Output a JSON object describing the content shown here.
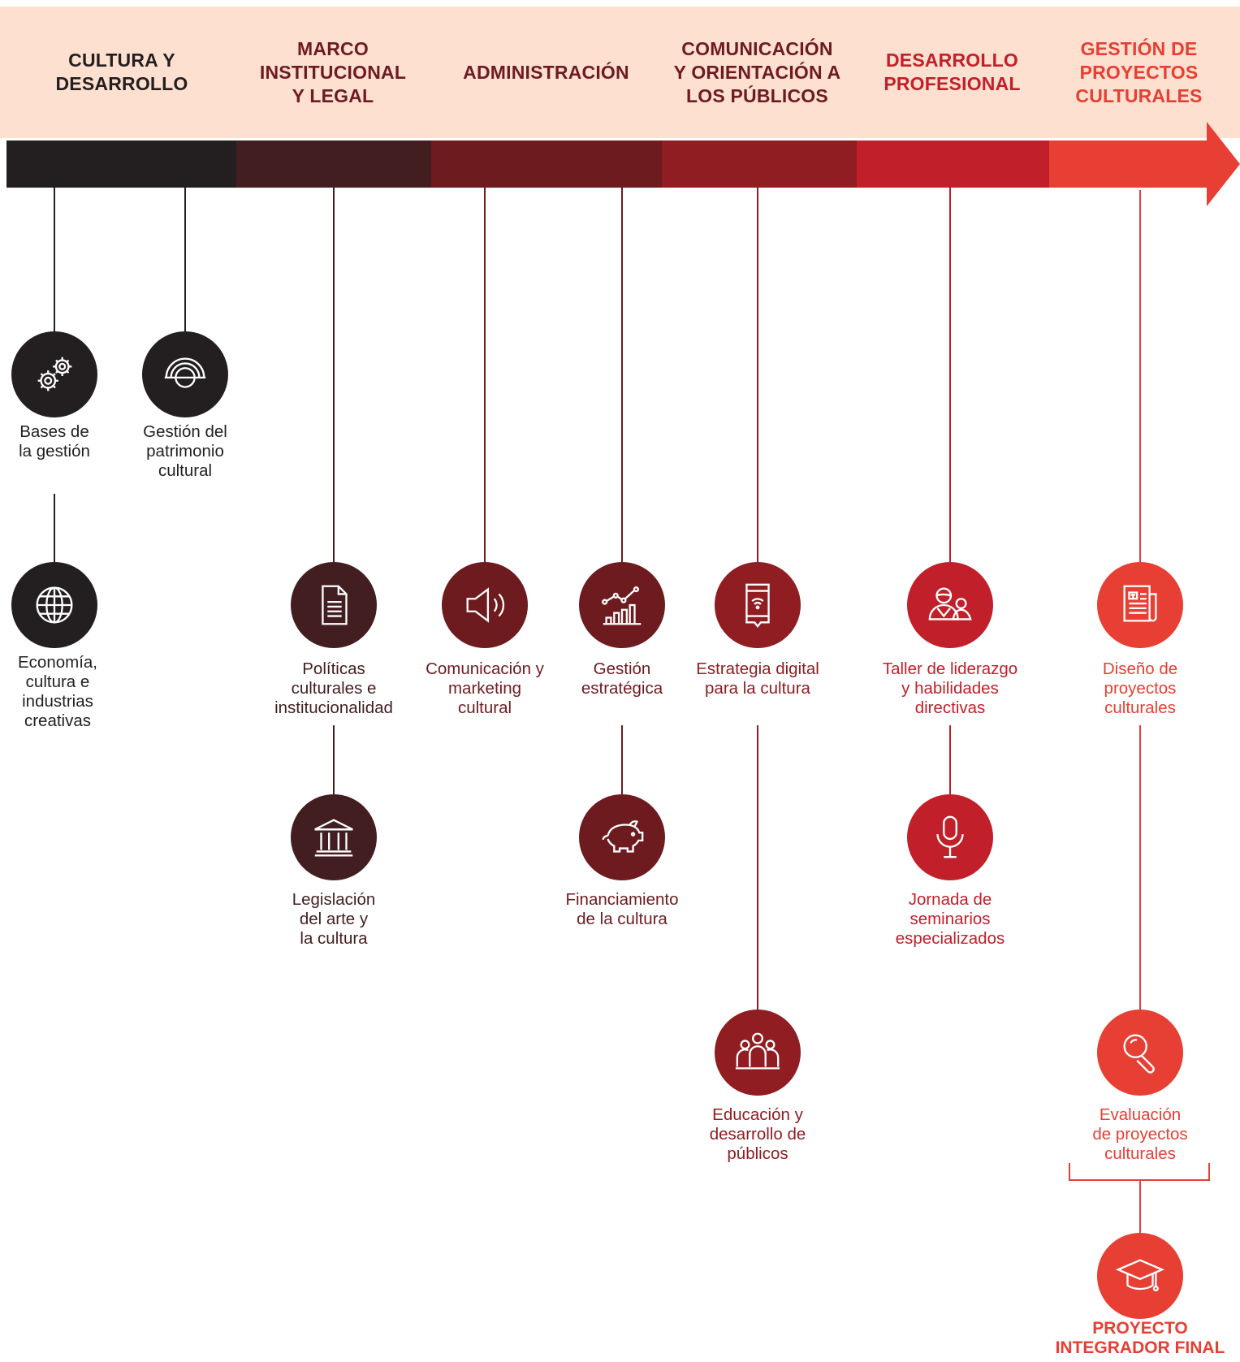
{
  "colors": {
    "header_bg": "#fde0cf",
    "stage1": "#231f20",
    "stage2": "#431e21",
    "stage3": "#6e1b20",
    "stage4": "#8f1d22",
    "stage5": "#c1202a",
    "stage6": "#e73f33",
    "text_dark": "#231f20",
    "text_maroon": "#6e1b20",
    "text_red": "#e73f33"
  },
  "stages": [
    {
      "title": "CULTURA Y\nDESARROLLO",
      "color": "#231f20"
    },
    {
      "title": "MARCO\nINSTITUCIONAL\nY LEGAL",
      "color": "#6e1b20"
    },
    {
      "title": "ADMINISTRACIÓN",
      "color": "#6e1b20"
    },
    {
      "title": "COMUNICACIÓN\nY ORIENTACIÓN A\nLOS PÚBLICOS",
      "color": "#6e1b20"
    },
    {
      "title": "DESARROLLO\nPROFESIONAL",
      "color": "#c1202a"
    },
    {
      "title": "GESTIÓN DE\nPROYECTOS\nCULTURALES",
      "color": "#e73f33"
    }
  ],
  "modules": [
    {
      "label": "Bases de\nla gestión",
      "icon": "gears-icon",
      "color": "#231f20"
    },
    {
      "label": "Gestión del\npatrimonio\ncultural",
      "icon": "heritage-dome-icon",
      "color": "#231f20"
    },
    {
      "label": "Economía,\ncultura e\nindustrias\ncreativas",
      "icon": "globe-icon",
      "color": "#231f20"
    },
    {
      "label": "Políticas\nculturales e\ninstitucionalidad",
      "icon": "document-icon",
      "color": "#431e21"
    },
    {
      "label": "Legislación\ndel arte y\nla cultura",
      "icon": "institution-building-icon",
      "color": "#431e21"
    },
    {
      "label": "Comunicación y\nmarketing\ncultural",
      "icon": "speaker-icon",
      "color": "#6e1b20"
    },
    {
      "label": "Gestión\nestratégica",
      "icon": "growth-chart-icon",
      "color": "#6e1b20"
    },
    {
      "label": "Financiamiento\nde la cultura",
      "icon": "piggy-bank-icon",
      "color": "#6e1b20"
    },
    {
      "label": "Estrategia digital\npara la cultura",
      "icon": "smartphone-wifi-icon",
      "color": "#8f1d22"
    },
    {
      "label": "Educación y\ndesarrollo de\npúblicos",
      "icon": "group-people-icon",
      "color": "#8f1d22"
    },
    {
      "label": "Taller de liderazgo\ny habilidades\ndirectivas",
      "icon": "leader-people-icon",
      "color": "#c1202a"
    },
    {
      "label": "Jornada de\nseminarios\nespecializados",
      "icon": "microphone-icon",
      "color": "#c1202a"
    },
    {
      "label": "Diseño de\nproyectos\nculturales",
      "icon": "newspaper-icon",
      "color": "#e73f33"
    },
    {
      "label": "Evaluación\nde proyectos\nculturales",
      "icon": "magnifier-icon",
      "color": "#e73f33"
    }
  ],
  "final": {
    "label": "PROYECTO\nINTEGRADOR FINAL",
    "icon": "graduation-cap-icon",
    "color": "#e73f33"
  }
}
